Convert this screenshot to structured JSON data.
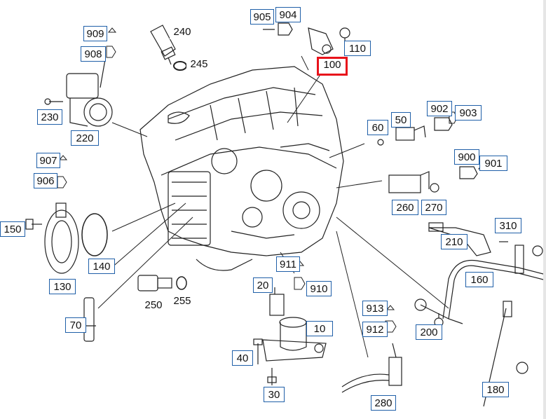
{
  "diagram": {
    "active_callout": "100",
    "callouts": {
      "c10": "10",
      "c20": "20",
      "c30": "30",
      "c40": "40",
      "c50": "50",
      "c60": "60",
      "c70": "70",
      "c100": "100",
      "c110": "110",
      "c130": "130",
      "c140": "140",
      "c150": "150",
      "c160": "160",
      "c180": "180",
      "c200": "200",
      "c210": "210",
      "c220": "220",
      "c230": "230",
      "c240": "240",
      "c245": "245",
      "c250": "250",
      "c255": "255",
      "c260": "260",
      "c270": "270",
      "c280": "280",
      "c310": "310",
      "c900": "900",
      "c901": "901",
      "c902": "902",
      "c903": "903",
      "c904": "904",
      "c905": "905",
      "c906": "906",
      "c907": "907",
      "c908": "908",
      "c909": "909",
      "c910": "910",
      "c911": "911",
      "c912": "912",
      "c913": "913"
    },
    "colors": {
      "callout_border": "#1f5fa8",
      "active_border": "#e8131b",
      "line_art": "#222222"
    }
  }
}
